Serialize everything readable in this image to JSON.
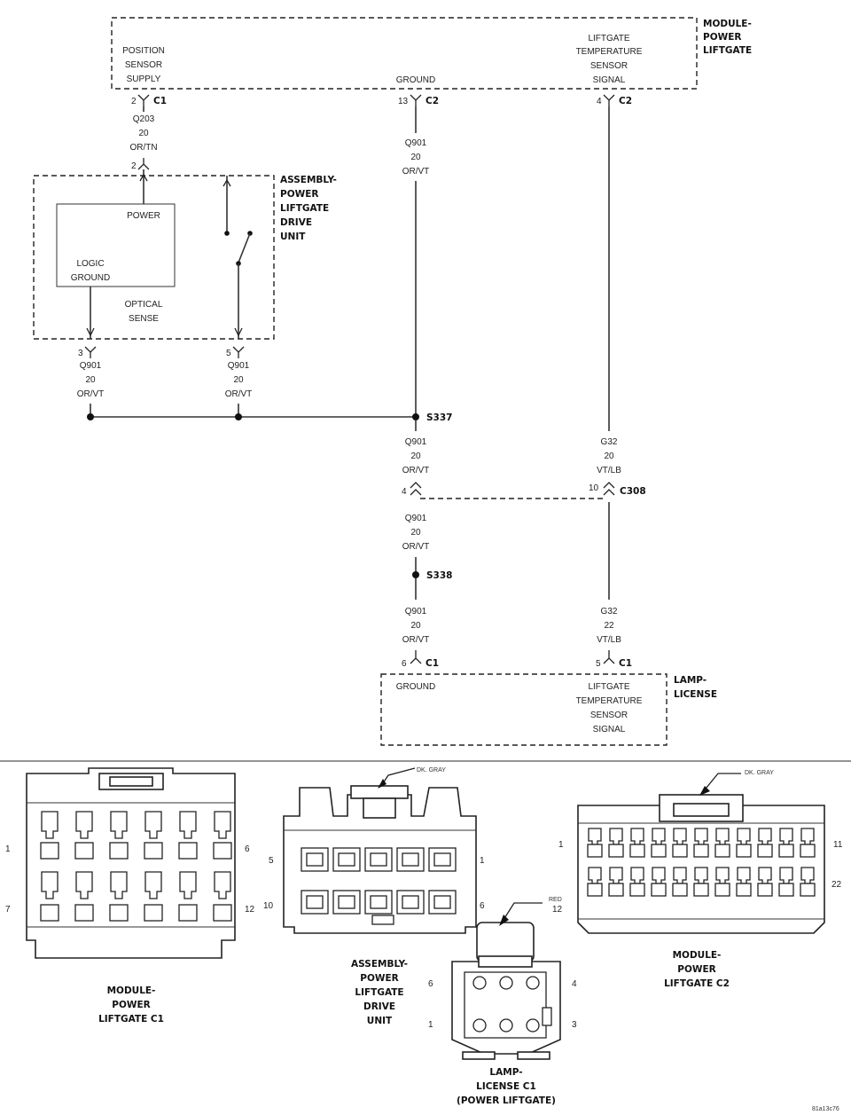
{
  "module_box": {
    "title": [
      "MODULE-",
      "POWER",
      "LIFTGATE"
    ],
    "position_sensor": [
      "POSITION",
      "SENSOR",
      "SUPPLY"
    ],
    "ground": "GROUND",
    "liftgate_temp": [
      "LIFTGATE",
      "TEMPERATURE",
      "SENSOR",
      "SIGNAL"
    ]
  },
  "module_pins": {
    "pin_pos": "2",
    "conn_pos": "C1",
    "pin_gnd": "13",
    "conn_gnd": "C2",
    "pin_temp": "4",
    "conn_temp": "C2"
  },
  "wire_q203": {
    "code": "Q203",
    "gauge": "20",
    "color": "OR/TN"
  },
  "drive_unit": {
    "title": [
      "ASSEMBLY-",
      "POWER",
      "LIFTGATE",
      "DRIVE",
      "UNIT"
    ],
    "power": "POWER",
    "logic_ground": [
      "LOGIC",
      "GROUND"
    ],
    "optical_sense": [
      "OPTICAL",
      "SENSE"
    ],
    "pin_top": "2",
    "pin_left": "3",
    "pin_right": "5"
  },
  "wire_q901": {
    "code": "Q901",
    "gauge": "20",
    "color": "OR/VT"
  },
  "splices": {
    "s337": "S337",
    "s338": "S338"
  },
  "inline_connector": {
    "name": "C308",
    "pin_left": "4",
    "pin_right": "10"
  },
  "wire_g32_upper": {
    "code": "G32",
    "gauge": "20",
    "color": "VT/LB"
  },
  "wire_g32_lower": {
    "code": "G32",
    "gauge": "22",
    "color": "VT/LB"
  },
  "lamp_box": {
    "title": [
      "LAMP-",
      "LICENSE"
    ],
    "ground": "GROUND",
    "liftgate_temp": [
      "LIFTGATE",
      "TEMPERATURE",
      "SENSOR",
      "SIGNAL"
    ],
    "pin_gnd": "6",
    "conn_gnd": "C1",
    "pin_temp": "5",
    "conn_temp": "C1"
  },
  "connector_views": {
    "c1": {
      "caption": [
        "MODULE-",
        "POWER",
        "LIFTGATE C1"
      ],
      "pins": {
        "tl": "1",
        "tr": "6",
        "bl": "7",
        "br": "12"
      }
    },
    "drive": {
      "caption": [
        "ASSEMBLY-",
        "POWER",
        "LIFTGATE",
        "DRIVE",
        "UNIT"
      ],
      "color": "DK. GRAY",
      "pins": {
        "tl": "5",
        "tr": "1",
        "bl": "10",
        "br": "6"
      }
    },
    "lamp": {
      "caption": [
        "LAMP-",
        "LICENSE C1",
        "(POWER LIFTGATE)"
      ],
      "color": "RED",
      "pins": {
        "tl": "6",
        "tr": "4",
        "bl": "1",
        "br": "3"
      },
      "label_pin": "12"
    },
    "c2": {
      "caption": [
        "MODULE-",
        "POWER",
        "LIFTGATE C2"
      ],
      "color": "DK. GRAY",
      "pins": {
        "tl": "1",
        "tr": "11",
        "br": "22"
      }
    }
  },
  "figure_id": "81a13c76"
}
